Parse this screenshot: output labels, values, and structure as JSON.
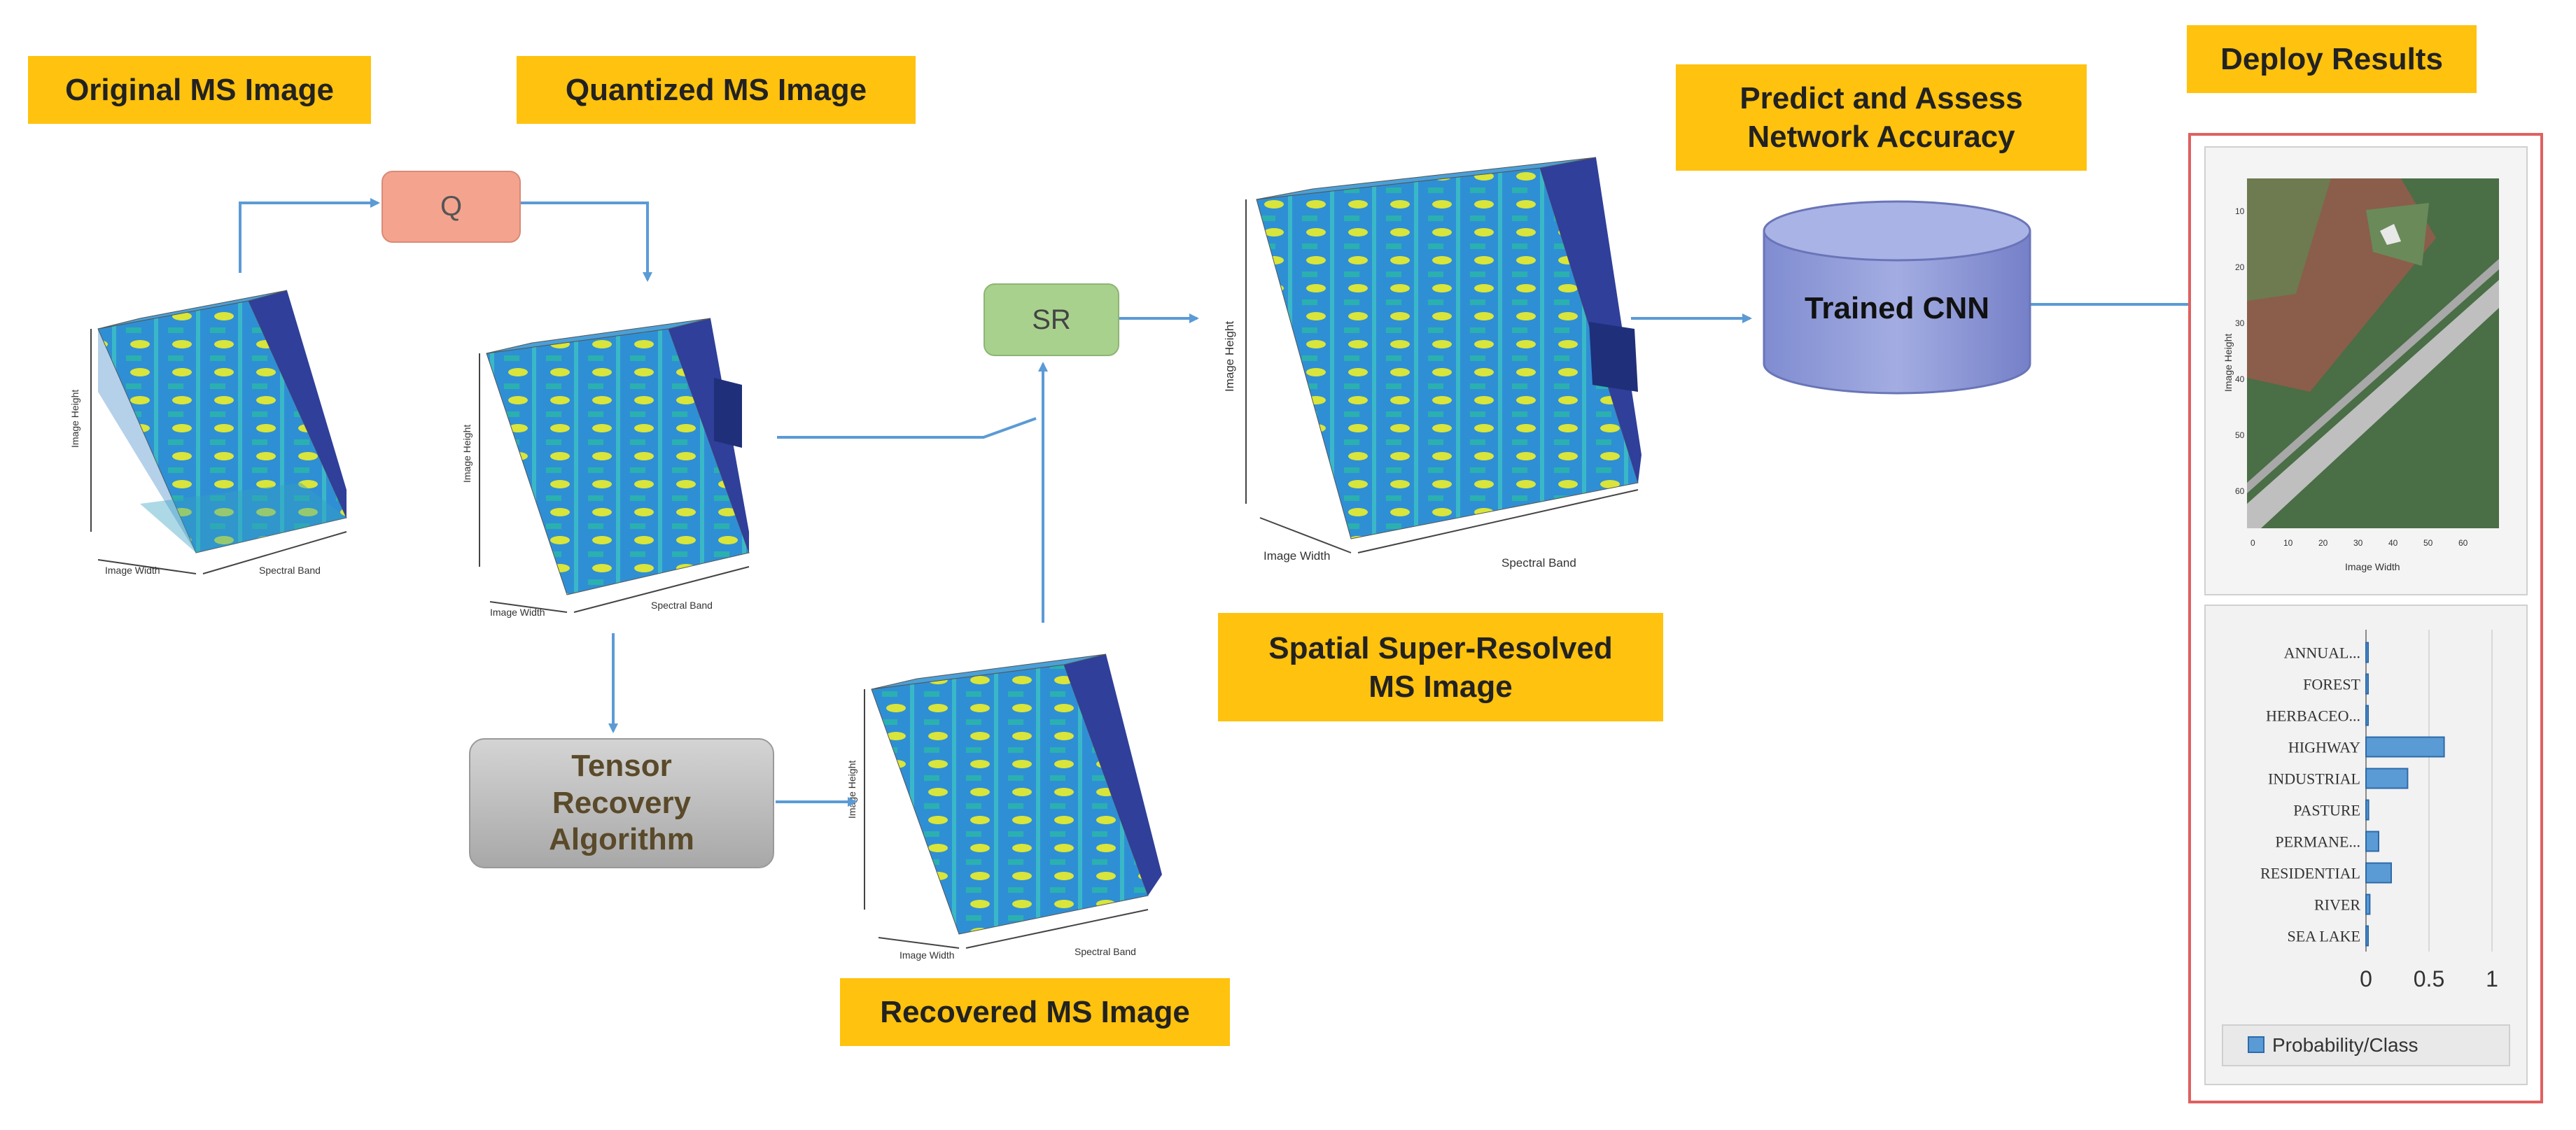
{
  "labels": {
    "original": "Original MS Image",
    "quantized": "Quantized MS Image",
    "predict_line1": "Predict and Assess",
    "predict_line2": "Network Accuracy",
    "deploy": "Deploy Results",
    "spatial_line1": "Spatial Super-Resolved",
    "spatial_line2": "MS Image",
    "recovered": "Recovered MS Image"
  },
  "nodes": {
    "q": "Q",
    "sr": "SR",
    "tensor_line1": "Tensor",
    "tensor_line2": "Recovery",
    "tensor_line3": "Algorithm",
    "cnn": "Trained CNN"
  },
  "cube_axes": {
    "height": "Image Height",
    "width": "Image Width",
    "band": "Spectral Band"
  },
  "results": {
    "photo_y_label": "Image Height",
    "photo_x_label": "Image Width",
    "photo_y_ticks": [
      "10",
      "20",
      "30",
      "40",
      "50",
      "60"
    ],
    "photo_x_ticks": [
      "0",
      "10",
      "20",
      "30",
      "40",
      "50",
      "60"
    ]
  },
  "chart_data": {
    "type": "bar",
    "orientation": "horizontal",
    "categories": [
      "ANNUAL...",
      "FOREST",
      "HERBACEO...",
      "HIGHWAY",
      "INDUSTRIAL",
      "PASTURE",
      "PERMANE...",
      "RESIDENTIAL",
      "RIVER",
      "SEA LAKE"
    ],
    "series": [
      {
        "name": "Probability/Class",
        "values": [
          0.01,
          0.01,
          0.01,
          0.62,
          0.33,
          0.02,
          0.1,
          0.2,
          0.03,
          0.01
        ]
      }
    ],
    "xlim": [
      0,
      1
    ],
    "x_ticks": [
      "0",
      "0.5",
      "1"
    ],
    "legend_position": "bottom"
  },
  "colors": {
    "label_bg": "#ffc20e",
    "arrow": "#5b9bd5",
    "q_fill": "#f4a48e",
    "sr_fill": "#a9d18e",
    "tensor_fill": "#bfbfbf",
    "cnn_fill": "#8f9bd7",
    "results_border": "#e06060",
    "bar_fill": "#5b9bd5"
  }
}
